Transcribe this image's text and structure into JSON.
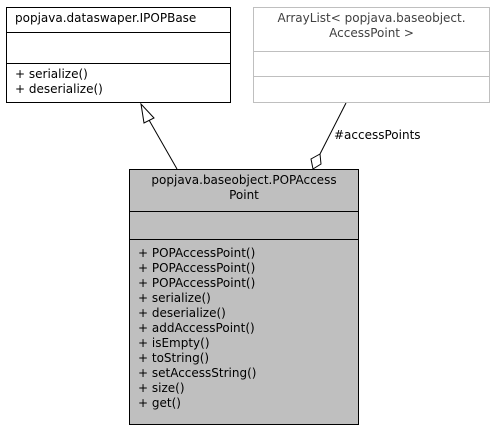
{
  "classes": {
    "ipopbase": {
      "name_lines": [
        "popjava.dataswaper.IPOPBase"
      ],
      "attributes": [],
      "operations": [
        "+ serialize()",
        "+ deserialize()"
      ]
    },
    "arraylist": {
      "name_lines": [
        "ArrayList< popjava.baseobject.",
        "AccessPoint >"
      ],
      "attributes": [],
      "operations": []
    },
    "popaccesspoint": {
      "name_lines": [
        "popjava.baseobject.POPAccess",
        "Point"
      ],
      "attributes": [],
      "operations": [
        "+ POPAccessPoint()",
        "+ POPAccessPoint()",
        "+ POPAccessPoint()",
        "+ serialize()",
        "+ deserialize()",
        "+ addAccessPoint()",
        "+ isEmpty()",
        "+ toString()",
        "+ setAccessString()",
        "+ size()",
        "+ get()"
      ]
    }
  },
  "relations": {
    "generalization": {
      "from": "popaccesspoint",
      "to": "ipopbase"
    },
    "aggregation": {
      "from": "arraylist",
      "to": "popaccesspoint",
      "label": "#accessPoints"
    }
  },
  "colors": {
    "highlight_fill": "#bfbfbf",
    "template_border": "#bfbfbf",
    "line": "#000000"
  }
}
